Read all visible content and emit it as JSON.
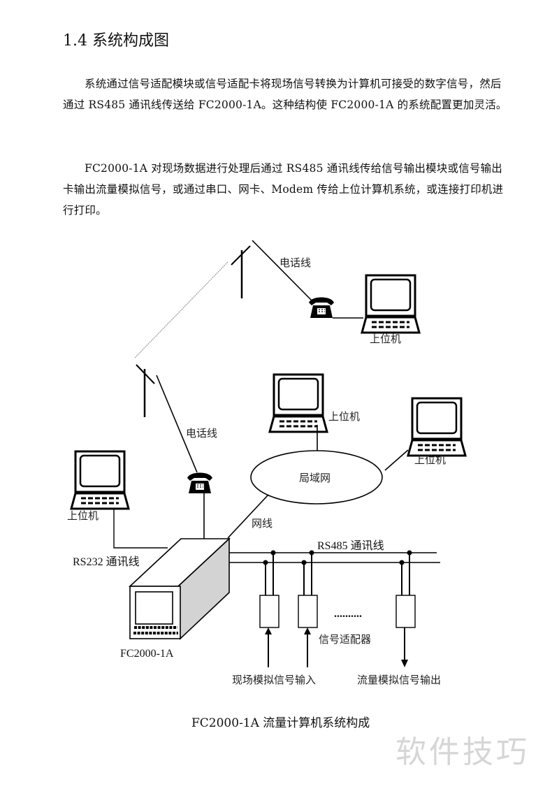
{
  "section": {
    "heading": "1.4 系统构成图",
    "paragraphs": [
      "系统通过信号适配模块或信号适配卡将现场信号转换为计算机可接受的数字信号，然后通过 RS485 通讯线传送给 FC2000-1A。这种结构使 FC2000-1A 的系统配置更加灵活。",
      "FC2000-1A 对现场数据进行处理后通过 RS485 通讯线传给信号输出模块或信号输出卡输出流量模拟信号，或通过串口、网卡、Modem 传给上位计算机系统，或连接打印机进行打印。"
    ]
  },
  "diagram": {
    "labels": {
      "phone_line_top": "电话线",
      "phone_line_left": "电话线",
      "host_remote": "上位机",
      "host_lan_1": "上位机",
      "host_lan_2": "上位机",
      "host_local": "上位机",
      "lan": "局域网",
      "network_cable": "网线",
      "rs232": "RS232 通讯线",
      "rs485": "RS485 通讯线",
      "device": "FC2000-1A",
      "adapter": "信号适配器",
      "ellipsis": "..........",
      "input": "现场模拟信号输入",
      "output": "流量模拟信号输出"
    },
    "icons": [
      "antenna-icon",
      "telephone-icon",
      "computer-icon",
      "flow-computer-icon"
    ],
    "caption": "FC2000-1A 流量计算机系统构成"
  },
  "watermark": "软件技巧"
}
